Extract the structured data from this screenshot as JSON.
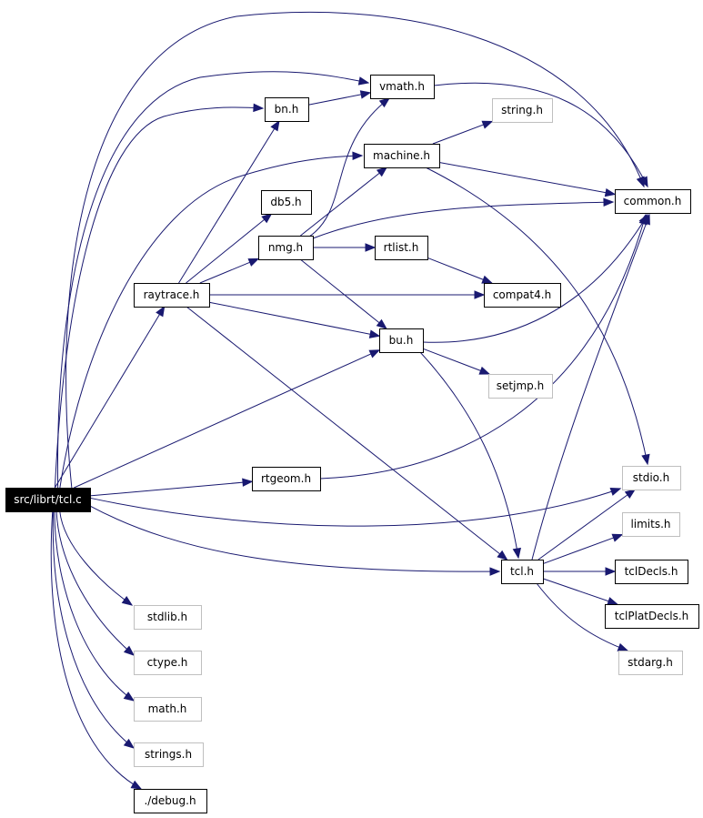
{
  "nodes": {
    "tcl_c": "src/librt/tcl.c",
    "vmath": "vmath.h",
    "bn": "bn.h",
    "string": "string.h",
    "machine": "machine.h",
    "common": "common.h",
    "db5": "db5.h",
    "nmg": "nmg.h",
    "rtlist": "rtlist.h",
    "raytrace": "raytrace.h",
    "compat4": "compat4.h",
    "bu": "bu.h",
    "setjmp": "setjmp.h",
    "rtgeom": "rtgeom.h",
    "stdio": "stdio.h",
    "limits": "limits.h",
    "tcl": "tcl.h",
    "tclDecls": "tclDecls.h",
    "tclPlatDecls": "tclPlatDecls.h",
    "stdarg": "stdarg.h",
    "stdlib": "stdlib.h",
    "ctype": "ctype.h",
    "math": "math.h",
    "strings": "strings.h",
    "debug": "./debug.h"
  },
  "edges": [
    [
      "tcl_c",
      "raytrace"
    ],
    [
      "tcl_c",
      "bu"
    ],
    [
      "tcl_c",
      "rtgeom"
    ],
    [
      "tcl_c",
      "tcl"
    ],
    [
      "tcl_c",
      "stdio"
    ],
    [
      "tcl_c",
      "common"
    ],
    [
      "tcl_c",
      "vmath"
    ],
    [
      "tcl_c",
      "bn"
    ],
    [
      "tcl_c",
      "machine"
    ],
    [
      "tcl_c",
      "stdlib"
    ],
    [
      "tcl_c",
      "ctype"
    ],
    [
      "tcl_c",
      "math"
    ],
    [
      "tcl_c",
      "strings"
    ],
    [
      "tcl_c",
      "debug"
    ],
    [
      "bn",
      "vmath"
    ],
    [
      "vmath",
      "common"
    ],
    [
      "machine",
      "string"
    ],
    [
      "machine",
      "common"
    ],
    [
      "machine",
      "stdio"
    ],
    [
      "raytrace",
      "bn"
    ],
    [
      "raytrace",
      "db5"
    ],
    [
      "raytrace",
      "nmg"
    ],
    [
      "raytrace",
      "compat4"
    ],
    [
      "raytrace",
      "bu"
    ],
    [
      "raytrace",
      "tcl"
    ],
    [
      "nmg",
      "vmath"
    ],
    [
      "nmg",
      "machine"
    ],
    [
      "nmg",
      "common"
    ],
    [
      "nmg",
      "rtlist"
    ],
    [
      "nmg",
      "bu"
    ],
    [
      "rtlist",
      "compat4"
    ],
    [
      "bu",
      "common"
    ],
    [
      "bu",
      "setjmp"
    ],
    [
      "bu",
      "tcl"
    ],
    [
      "rtgeom",
      "common"
    ],
    [
      "tcl",
      "stdio"
    ],
    [
      "tcl",
      "limits"
    ],
    [
      "tcl",
      "tclDecls"
    ],
    [
      "tcl",
      "tclPlatDecls"
    ],
    [
      "tcl",
      "stdarg"
    ],
    [
      "tcl",
      "common"
    ]
  ]
}
